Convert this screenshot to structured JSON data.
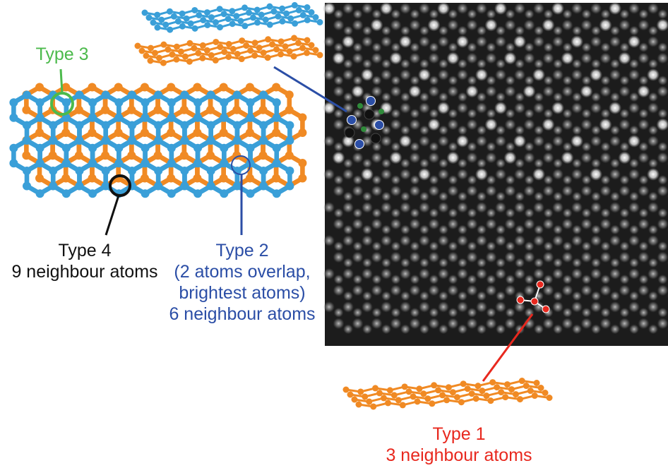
{
  "labels": {
    "type3": {
      "title": "Type 3"
    },
    "type4": {
      "title": "Type 4",
      "detail": "9 neighbour atoms"
    },
    "type2": {
      "title": "Type 2",
      "line1": "(2 atoms overlap,",
      "line2": "brightest atoms)",
      "line3": "6 neighbour atoms"
    },
    "type1": {
      "title": "Type 1",
      "detail": "3 neighbour atoms"
    }
  },
  "colors": {
    "type1": "#e8281e",
    "type2": "#2b4ea6",
    "type3": "#4cba4c",
    "type4": "#111111",
    "layer_orange": "#f08a24",
    "layer_blue": "#3a9fd8",
    "micrograph_bg": "#1c1c1c"
  },
  "icons": {
    "bilayer_stack": "stacked-graphene-sheets-icon",
    "monolayer_sheet": "single-graphene-sheet-icon",
    "lattice_model": "ab-stacked-bilayer-lattice-model",
    "micrograph": "electron-micrograph-image"
  }
}
